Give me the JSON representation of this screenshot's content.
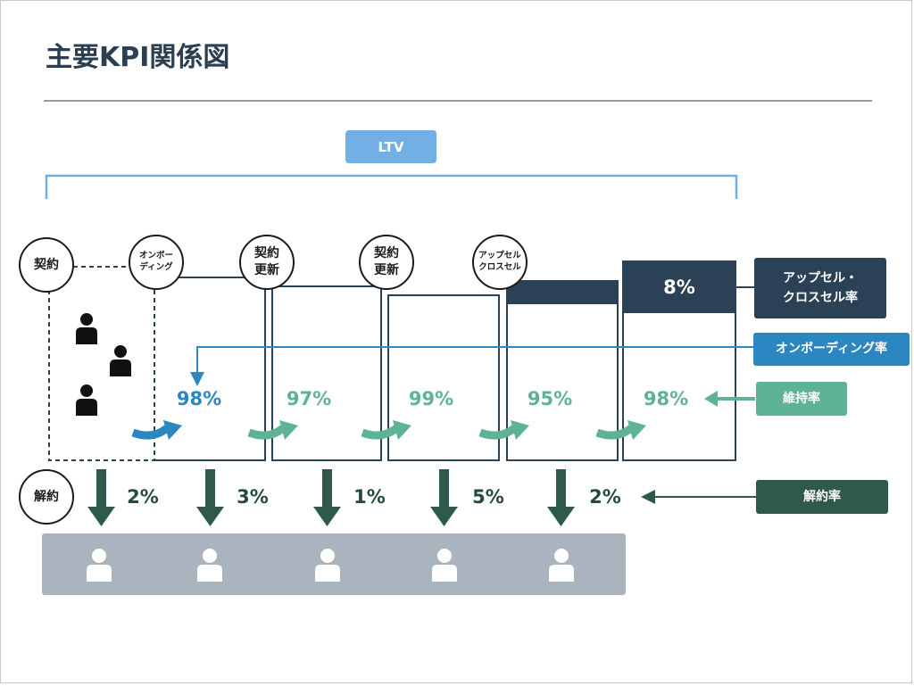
{
  "title": "主要KPI関係図",
  "ltv_label": "LTV",
  "stages": [
    {
      "label": "契約",
      "size": "big"
    },
    {
      "label": "オンボー\nディング",
      "size": "small"
    },
    {
      "label": "契約\n更新",
      "size": "big"
    },
    {
      "label": "契約\n更新",
      "size": "big"
    },
    {
      "label": "アップセル\nクロスセル",
      "size": "small"
    }
  ],
  "churn_node_label": "解約",
  "retention_rates": [
    "98%",
    "97%",
    "99%",
    "95%",
    "98%"
  ],
  "churn_rates": [
    "2%",
    "3%",
    "1%",
    "5%",
    "2%"
  ],
  "upsell_rate": "8%",
  "legend": {
    "upsell": "アップセル・\nクロスセル率",
    "onboarding": "オンボーディング率",
    "retention": "維持率",
    "churn": "解約率"
  },
  "colors": {
    "navy": "#2b4256",
    "blue": "#2c86bf",
    "light_blue": "#72afe5",
    "teal": "#5eb394",
    "dark_green": "#2f5a4b",
    "gray_band": "#a9b4bf"
  }
}
